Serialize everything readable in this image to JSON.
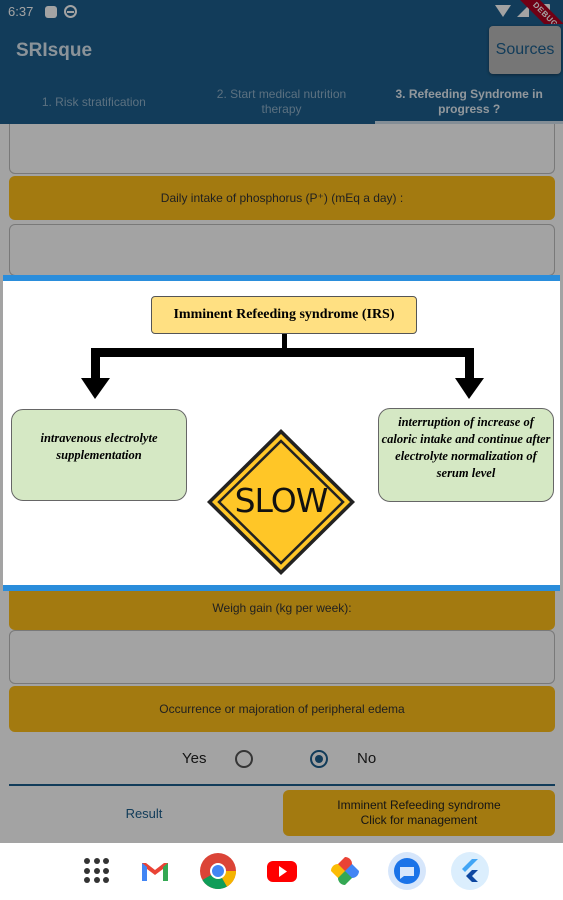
{
  "status_bar": {
    "time": "6:37",
    "debug_label": "DEBUG"
  },
  "app_bar": {
    "title": "SRIsque",
    "sources_label": "Sources",
    "tabs": [
      {
        "label": "1. Risk stratification"
      },
      {
        "label": "2. Start medical nutrition therapy"
      },
      {
        "label": "3. Refeeding Syndrome in progress ?"
      }
    ],
    "active_tab": 3
  },
  "form": {
    "phosphorus_label": "Daily intake of phosphorus (P⁺) (mEq a day) :",
    "weight_gain_label": "Weigh gain (kg per week):",
    "edema_label": "Occurrence or majoration of peripheral edema",
    "radio_yes": "Yes",
    "radio_no": "No",
    "selected": "No",
    "result_label": "Result",
    "refeed_line1": "Imminent Refeeding syndrome",
    "refeed_line2": "Click for management"
  },
  "dialog": {
    "title": "Imminent Refeeding syndrome (IRS)",
    "left_box": "intravenous electrolyte supplementation",
    "right_box": "interruption of increase of caloric intake and continue after electrolyte normalization of serum level",
    "sign_text": "SLOW",
    "accent_color": "#2a8ddb",
    "sign_color": "#ffc627"
  },
  "nav_bar": {
    "apps": [
      "apps-grid-icon",
      "gmail-icon",
      "chrome-icon",
      "youtube-icon",
      "photos-icon",
      "messages-icon",
      "flutter-icon"
    ]
  }
}
